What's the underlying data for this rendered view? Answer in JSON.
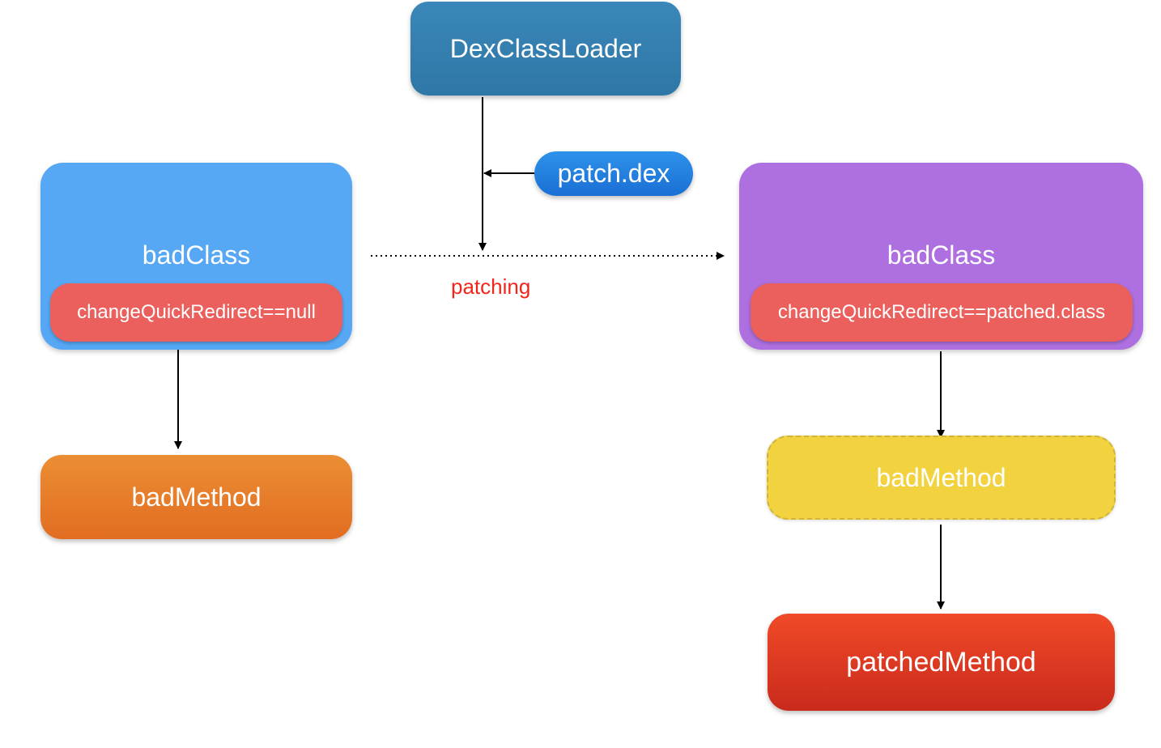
{
  "loader": {
    "label": "DexClassLoader"
  },
  "patch_file": {
    "label": "patch.dex"
  },
  "patching": {
    "label": "patching"
  },
  "left": {
    "class_title": "badClass",
    "redirect": "changeQuickRedirect==null",
    "method": "badMethod",
    "color": "#56a8f5",
    "method_color": "#e8802b"
  },
  "right": {
    "class_title": "badClass",
    "redirect": "changeQuickRedirect==patched.class",
    "method": "badMethod",
    "patched_method": "patchedMethod",
    "color": "#ae70e0",
    "method_color": "#f2d33f",
    "patched_color": "#e03a22"
  },
  "redirect_color": "#eb5f5c",
  "patching_color": "#f2251b"
}
